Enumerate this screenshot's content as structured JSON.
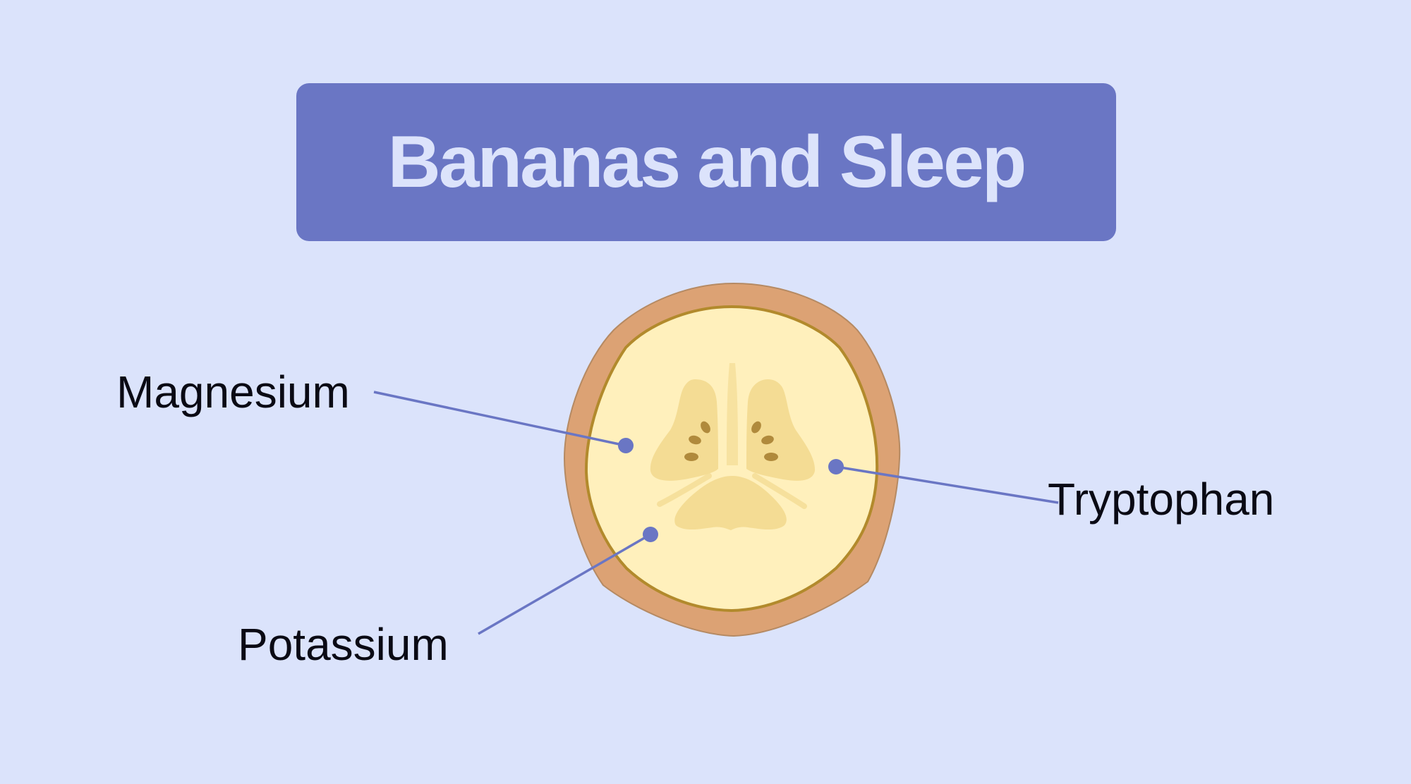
{
  "title": "Bananas and Sleep",
  "labels": {
    "magnesium": "Magnesium",
    "tryptophan": "Tryptophan",
    "potassium": "Potassium"
  },
  "colors": {
    "background": "#dbe3fb",
    "title_box": "#6a76c4",
    "title_text": "#dce3fb",
    "leader_line": "#6a76c4",
    "peel": "#dca274",
    "peel_edge": "#b58a63",
    "flesh": "#fff0bc",
    "flesh_edge": "#b28a2c",
    "core": "#f4dc94",
    "seed": "#b08a3c"
  },
  "icons": {
    "illustration": "banana-slice-icon",
    "pointer": "leader-dot-icon"
  }
}
